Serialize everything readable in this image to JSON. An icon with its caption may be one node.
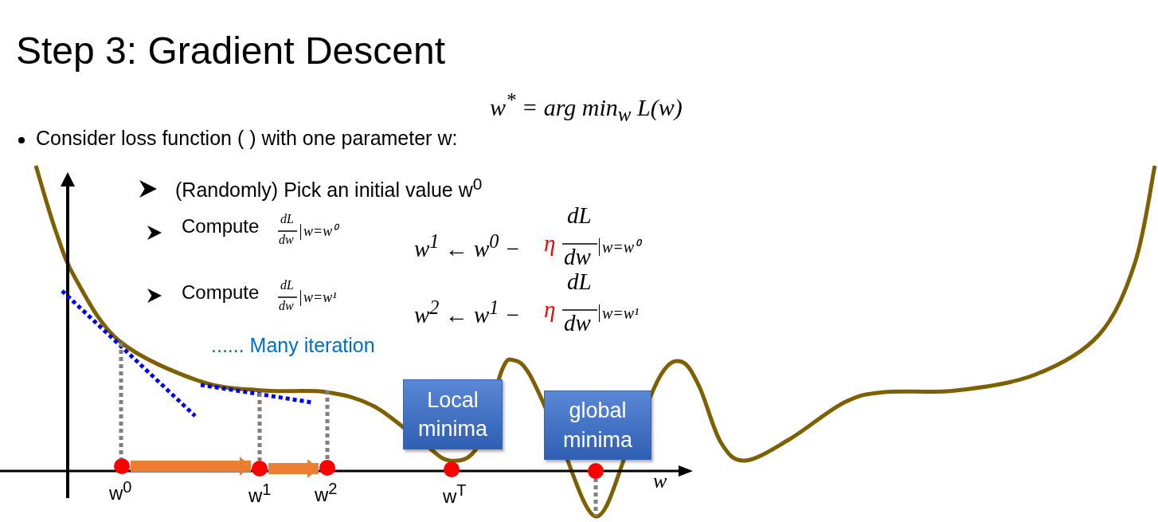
{
  "diagram": {
    "title": "Step 3: Gradient Descent",
    "nodes": [
      {
        "text": [],
        "shape": "circle",
        "beside": [
          "w$^{0}$"
        ]
      },
      {
        "text": [],
        "shape": "circle",
        "beside": [
          "w$^{1}$"
        ]
      },
      {
        "text": [],
        "shape": "circle",
        "beside": [
          "w$^{2}$"
        ]
      },
      {
        "text": [],
        "shape": "circle",
        "beside": [
          "w$^{T}$"
        ]
      },
      {
        "text": [
          "Local minima"
        ]
      },
      {
        "text": [
          "global minima"
        ]
      },
      {
        "text": [],
        "shape": "circle"
      }
    ],
    "edges": [
      {
        "from": 0,
        "to": 1,
        "arrow": "to",
        "color": "#ed7d31"
      },
      {
        "from": 1,
        "to": 2,
        "arrow": "to",
        "color": "#ed7d31"
      }
    ],
    "labels": [
      "w$^{*}$ = arg min$_{w}$ L(w)",
      "Consider loss function ( ) with one parameter w:",
      "(Randomly) Pick an initial value w$^{0}$",
      "Compute",
      "dL",
      "dw",
      "w=w⁰",
      "w$^{1}$ ← w$^{0}$ −",
      "η",
      "dL",
      "dw",
      "w=w⁰",
      "Compute",
      "dL",
      "dw",
      "w=w¹",
      "w$^{2}$ ← w$^{1}$ −",
      "η",
      "dL",
      "dw",
      "w=w¹",
      "...... Many iteration",
      "w"
    ]
  }
}
